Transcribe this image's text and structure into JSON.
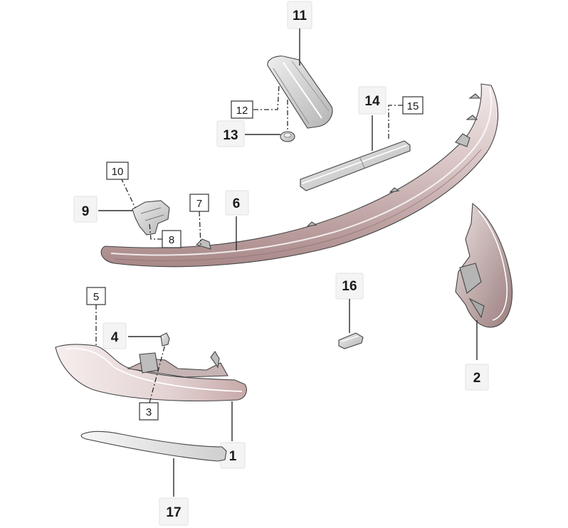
{
  "diagram": {
    "callouts": [
      {
        "id": "p1",
        "text": "1",
        "style": "bold"
      },
      {
        "id": "p2",
        "text": "2",
        "style": "bold"
      },
      {
        "id": "p3",
        "text": "3",
        "style": "boxed"
      },
      {
        "id": "p4",
        "text": "4",
        "style": "bold"
      },
      {
        "id": "p5",
        "text": "5",
        "style": "boxed"
      },
      {
        "id": "p6",
        "text": "6",
        "style": "bold"
      },
      {
        "id": "p7",
        "text": "7",
        "style": "boxed"
      },
      {
        "id": "p8",
        "text": "8",
        "style": "boxed"
      },
      {
        "id": "p9",
        "text": "9",
        "style": "bold"
      },
      {
        "id": "p10",
        "text": "10",
        "style": "boxed"
      },
      {
        "id": "p11",
        "text": "11",
        "style": "bold"
      },
      {
        "id": "p12",
        "text": "12",
        "style": "boxed"
      },
      {
        "id": "p13",
        "text": "13",
        "style": "bold"
      },
      {
        "id": "p14",
        "text": "14",
        "style": "bold"
      },
      {
        "id": "p15",
        "text": "15",
        "style": "boxed"
      },
      {
        "id": "p16",
        "text": "16",
        "style": "bold"
      },
      {
        "id": "p17",
        "text": "17",
        "style": "bold"
      }
    ],
    "colors": {
      "part_fill": "#d9d9d9",
      "part_stroke": "#444444",
      "lens_red": "#c9a0a0",
      "background": "#ffffff"
    }
  }
}
